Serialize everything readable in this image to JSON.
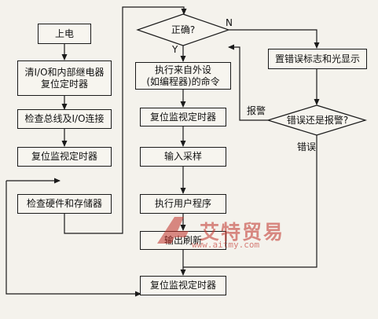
{
  "nodes": {
    "power_on": "上电",
    "clear_relays_line1": "清I/O和内部继电器",
    "clear_relays_line2": "复位定时器",
    "check_bus": "检查总线及I/O连接",
    "reset_watchdog_1": "复位监视定时器",
    "check_hw": "检查硬件和存储器",
    "correct_decision": "正确?",
    "exec_cmd_line1": "执行来自外设",
    "exec_cmd_line2": "(如编程器)的命令",
    "reset_watchdog_2": "复位监视定时器",
    "input_sample": "输入采样",
    "exec_user_prog": "执行用户程序",
    "output_refresh": "输出刷新",
    "reset_watchdog_3": "复位监视定时器",
    "set_error_flag": "置错误标志和光显示",
    "error_or_alarm": "错误还是报警?"
  },
  "labels": {
    "yes": "Y",
    "no": "N",
    "alarm": "报警",
    "error": "错误"
  },
  "watermark": {
    "brand": "艾特贸易",
    "url": "www.aitmy.com"
  },
  "colors": {
    "line": "#1a1a1a",
    "background": "#f4f2ec",
    "watermark": "#c03028"
  }
}
